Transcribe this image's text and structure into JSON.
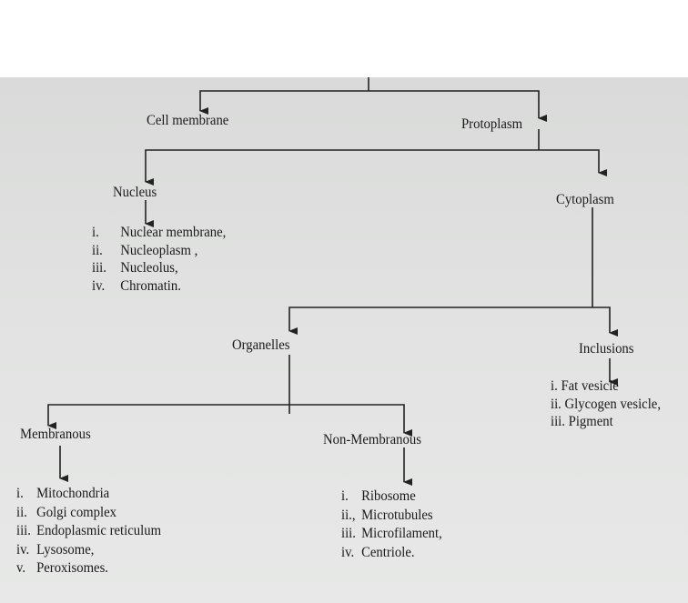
{
  "nodes": {
    "cell_membrane": "Cell membrane",
    "protoplasm": "Protoplasm",
    "nucleus": "Nucleus",
    "cytoplasm": "Cytoplasm",
    "organelles": "Organelles",
    "inclusions": "Inclusions",
    "membranous": "Membranous",
    "non_membranous": "Non-Membranous"
  },
  "nucleus_list": [
    {
      "num": "i.",
      "text": "Nuclear membrane,"
    },
    {
      "num": "ii.",
      "text": "Nucleoplasm ,"
    },
    {
      "num": "iii.",
      "text": "Nucleolus,"
    },
    {
      "num": "iv.",
      "text": "Chromatin."
    }
  ],
  "inclusions_list": [
    {
      "num": "i.",
      "text": "Fat vesicle"
    },
    {
      "num": "ii.",
      "text": "Glycogen vesicle,"
    },
    {
      "num": "iii.",
      "text": "Pigment"
    }
  ],
  "membranous_list": [
    {
      "num": "i.",
      "text": "Mitochondria"
    },
    {
      "num": "ii.",
      "text": "Golgi complex"
    },
    {
      "num": "iii.",
      "text": "Endoplasmic reticulum"
    },
    {
      "num": "iv.",
      "text": "Lysosome,"
    },
    {
      "num": "v.",
      "text": "Peroxisomes."
    }
  ],
  "non_membranous_list": [
    {
      "num": "i.",
      "text": "Ribosome"
    },
    {
      "num": "ii.,",
      "text": "Microtubules"
    },
    {
      "num": "iii.",
      "text": "Microfilament,"
    },
    {
      "num": "iv.",
      "text": "Centriole."
    }
  ]
}
